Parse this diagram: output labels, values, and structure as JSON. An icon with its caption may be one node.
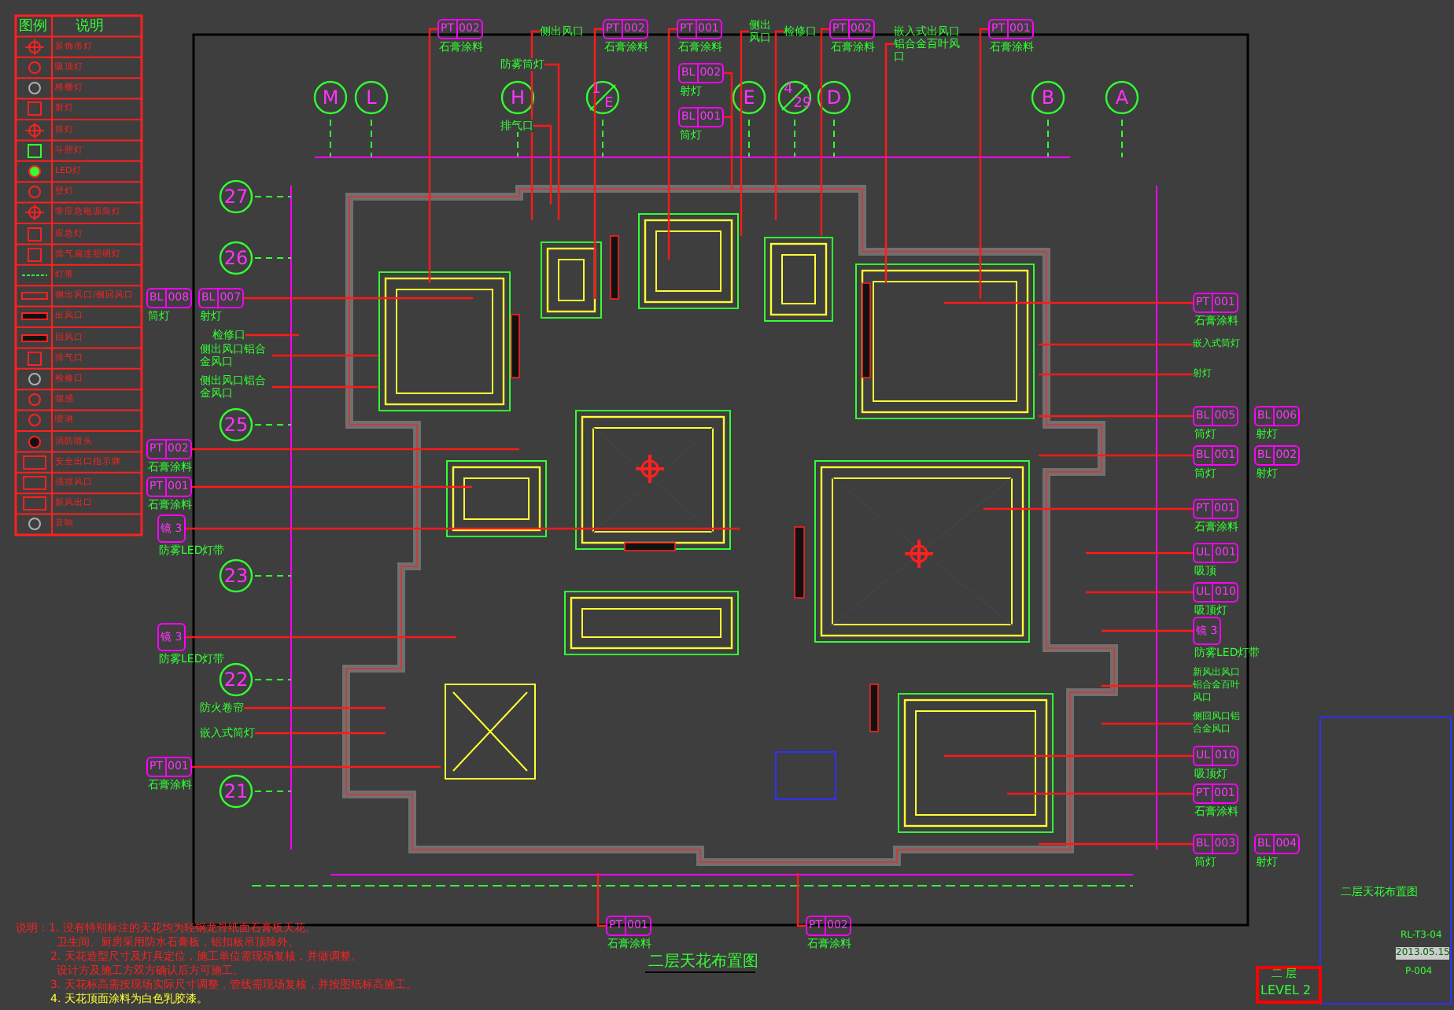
{
  "diagram": {
    "title": "二层天花布置图",
    "nodes": [
      {
        "text": [
          "PT",
          "002"
        ],
        "beside": [
          "石膏涂料"
        ]
      },
      {
        "text": [
          "PT",
          "002"
        ],
        "beside": [
          "石膏涂料"
        ]
      },
      {
        "text": [
          "PT",
          "001"
        ],
        "beside": [
          "石膏涂料"
        ]
      },
      {
        "text": [
          "PT",
          "002"
        ],
        "beside": [
          "石膏涂料"
        ]
      },
      {
        "text": [
          "PT",
          "001"
        ],
        "beside": [
          "石膏涂料"
        ]
      },
      {
        "text": [
          "侧出风口"
        ]
      },
      {
        "text": [
          "防雾筒灯"
        ]
      },
      {
        "text": [
          "排气口"
        ]
      },
      {
        "text": [
          "BL",
          "002"
        ],
        "beside": [
          "射灯"
        ]
      },
      {
        "text": [
          "BL",
          "001"
        ],
        "beside": [
          "筒灯"
        ]
      },
      {
        "text": [
          "侧出风口"
        ]
      },
      {
        "text": [
          "检修口"
        ]
      },
      {
        "text": [
          "嵌入式出风口铝合金百叶风口"
        ]
      },
      {
        "text": [
          "BL",
          "008"
        ],
        "beside": [
          "筒灯"
        ]
      },
      {
        "text": [
          "BL",
          "007"
        ],
        "beside": [
          "射灯"
        ]
      },
      {
        "text": [
          "检修口"
        ]
      },
      {
        "text": [
          "侧出风口铝合金风口"
        ]
      },
      {
        "text": [
          "侧出风口铝合金风口"
        ]
      },
      {
        "text": [
          "PT",
          "002"
        ],
        "beside": [
          "石膏涂料"
        ]
      },
      {
        "text": [
          "PT",
          "001"
        ],
        "beside": [
          "石膏涂料"
        ]
      },
      {
        "text": [
          "镜 3"
        ],
        "beside": [
          "防雾LED灯带"
        ]
      },
      {
        "text": [
          "镜 3"
        ],
        "beside": [
          "防雾LED灯带"
        ]
      },
      {
        "text": [
          "防火卷帘"
        ]
      },
      {
        "text": [
          "嵌入式筒灯"
        ]
      },
      {
        "text": [
          "PT",
          "001"
        ],
        "beside": [
          "石膏涂料"
        ]
      },
      {
        "text": [
          "PT",
          "001"
        ],
        "beside": [
          "石膏涂料"
        ]
      },
      {
        "text": [
          "嵌入式筒灯"
        ]
      },
      {
        "text": [
          "射灯"
        ]
      },
      {
        "text": [
          "BL",
          "005"
        ],
        "beside": [
          "筒灯"
        ]
      },
      {
        "text": [
          "BL",
          "006"
        ],
        "beside": [
          "射灯"
        ]
      },
      {
        "text": [
          "BL",
          "001"
        ],
        "beside": [
          "筒灯"
        ]
      },
      {
        "text": [
          "BL",
          "002"
        ],
        "beside": [
          "射灯"
        ]
      },
      {
        "text": [
          "PT",
          "001"
        ],
        "beside": [
          "石膏涂料"
        ]
      },
      {
        "text": [
          "UL",
          "001"
        ],
        "beside": [
          "吸顶"
        ]
      },
      {
        "text": [
          "UL",
          "010"
        ],
        "beside": [
          "吸顶灯"
        ]
      },
      {
        "text": [
          "镜 3"
        ],
        "beside": [
          "防雾LED灯带"
        ]
      },
      {
        "text": [
          "新风出风口铝合金百叶风口"
        ]
      },
      {
        "text": [
          "侧回风口铝合金风口"
        ]
      },
      {
        "text": [
          "UL",
          "010"
        ],
        "beside": [
          "吸顶灯"
        ]
      },
      {
        "text": [
          "PT",
          "001"
        ],
        "beside": [
          "石膏涂料"
        ]
      },
      {
        "text": [
          "BL",
          "003"
        ],
        "beside": [
          "筒灯"
        ]
      },
      {
        "text": [
          "BL",
          "004"
        ],
        "beside": [
          "射灯"
        ]
      },
      {
        "text": [
          "PT",
          "001"
        ],
        "beside": [
          "石膏涂料"
        ]
      },
      {
        "text": [
          "PT",
          "002"
        ],
        "beside": [
          "石膏涂料"
        ]
      }
    ],
    "edges": [
      {
        "from": 0,
        "to": null,
        "arrow": "none"
      },
      {
        "from": 1,
        "to": null,
        "arrow": "none"
      },
      {
        "from": 2,
        "to": null,
        "arrow": "none"
      },
      {
        "from": 3,
        "to": null,
        "arrow": "none"
      },
      {
        "from": 4,
        "to": null,
        "arrow": "none"
      },
      {
        "from": 5,
        "to": null,
        "arrow": "none"
      },
      {
        "from": 6,
        "to": null,
        "arrow": "none"
      },
      {
        "from": 7,
        "to": null,
        "arrow": "none"
      },
      {
        "from": 8,
        "to": null,
        "arrow": "none"
      },
      {
        "from": 9,
        "to": null,
        "arrow": "none"
      },
      {
        "from": 10,
        "to": null,
        "arrow": "none"
      },
      {
        "from": 11,
        "to": null,
        "arrow": "none"
      },
      {
        "from": 12,
        "to": null,
        "arrow": "none"
      },
      {
        "from": 14,
        "to": null,
        "arrow": "none"
      },
      {
        "from": 15,
        "to": null,
        "arrow": "none"
      },
      {
        "from": 16,
        "to": null,
        "arrow": "none"
      },
      {
        "from": 17,
        "to": null,
        "arrow": "none"
      },
      {
        "from": 18,
        "to": null,
        "arrow": "none"
      },
      {
        "from": 19,
        "to": null,
        "arrow": "none"
      },
      {
        "from": 20,
        "to": null,
        "arrow": "none"
      },
      {
        "from": 21,
        "to": null,
        "arrow": "none"
      },
      {
        "from": 22,
        "to": null,
        "arrow": "none"
      },
      {
        "from": 23,
        "to": null,
        "arrow": "none"
      },
      {
        "from": 24,
        "to": null,
        "arrow": "none"
      },
      {
        "from": 25,
        "to": null,
        "arrow": "none"
      },
      {
        "from": 26,
        "to": null,
        "arrow": "none"
      },
      {
        "from": 27,
        "to": null,
        "arrow": "none"
      },
      {
        "from": 28,
        "to": null,
        "arrow": "none"
      },
      {
        "from": 30,
        "to": null,
        "arrow": "none"
      },
      {
        "from": 32,
        "to": null,
        "arrow": "none"
      },
      {
        "from": 33,
        "to": null,
        "arrow": "none"
      },
      {
        "from": 34,
        "to": null,
        "arrow": "none"
      },
      {
        "from": 35,
        "to": null,
        "arrow": "none"
      },
      {
        "from": 36,
        "to": null,
        "arrow": "none"
      },
      {
        "from": 37,
        "to": null,
        "arrow": "none"
      },
      {
        "from": 38,
        "to": null,
        "arrow": "none"
      },
      {
        "from": 39,
        "to": null,
        "arrow": "none"
      },
      {
        "from": 40,
        "to": null,
        "arrow": "none"
      },
      {
        "from": 42,
        "to": null,
        "arrow": "none"
      },
      {
        "from": 43,
        "to": null,
        "arrow": "none"
      }
    ],
    "labels": [
      "图例",
      "说明",
      "M",
      "L",
      "H",
      "1",
      "E",
      "E",
      "4",
      "29",
      "D",
      "B",
      "A",
      "27",
      "26",
      "25",
      "23",
      "22",
      "21",
      "说明：1. 没有特别标注的天花均为轻钢龙骨纸面石膏板天花。",
      "卫生间、厨房采用防水石膏板，铝扣板吊顶除外。",
      "2. 天花造型尺寸及灯具定位，施工单位需现场复核，并做调整。",
      "设计方及施工方双方确认后方可施工。",
      "3. 天花标高需按现场实际尺寸调整，管线需现场复核，并按图纸标高施工。",
      "4. 天花顶面涂料为白色乳胶漆。",
      "二 层",
      "LEVEL 2",
      "二层天花布置图",
      "RL-T3-04",
      "2013.05.15",
      "P-004"
    ],
    "legend": [
      {
        "text": "装饰吊灯"
      },
      {
        "text": "吸顶灯"
      },
      {
        "text": "格栅灯"
      },
      {
        "text": "射灯"
      },
      {
        "text": "筒灯"
      },
      {
        "text": "斗胆灯"
      },
      {
        "text": "LED灯"
      },
      {
        "text": "壁灯"
      },
      {
        "text": "带应急电源筒灯"
      },
      {
        "text": "应急灯"
      },
      {
        "text": "排气扇连照明灯"
      },
      {
        "text": "灯带"
      },
      {
        "text": "侧出风口/侧回风口"
      },
      {
        "text": "出风口"
      },
      {
        "text": "回风口"
      },
      {
        "text": "排气口"
      },
      {
        "text": "检修口"
      },
      {
        "text": "烟感"
      },
      {
        "text": "喷淋"
      },
      {
        "text": "消防喷头"
      },
      {
        "text": "安全出口指示牌"
      },
      {
        "text": "强排风口"
      },
      {
        "text": "新风出口"
      },
      {
        "text": "音响"
      }
    ]
  }
}
